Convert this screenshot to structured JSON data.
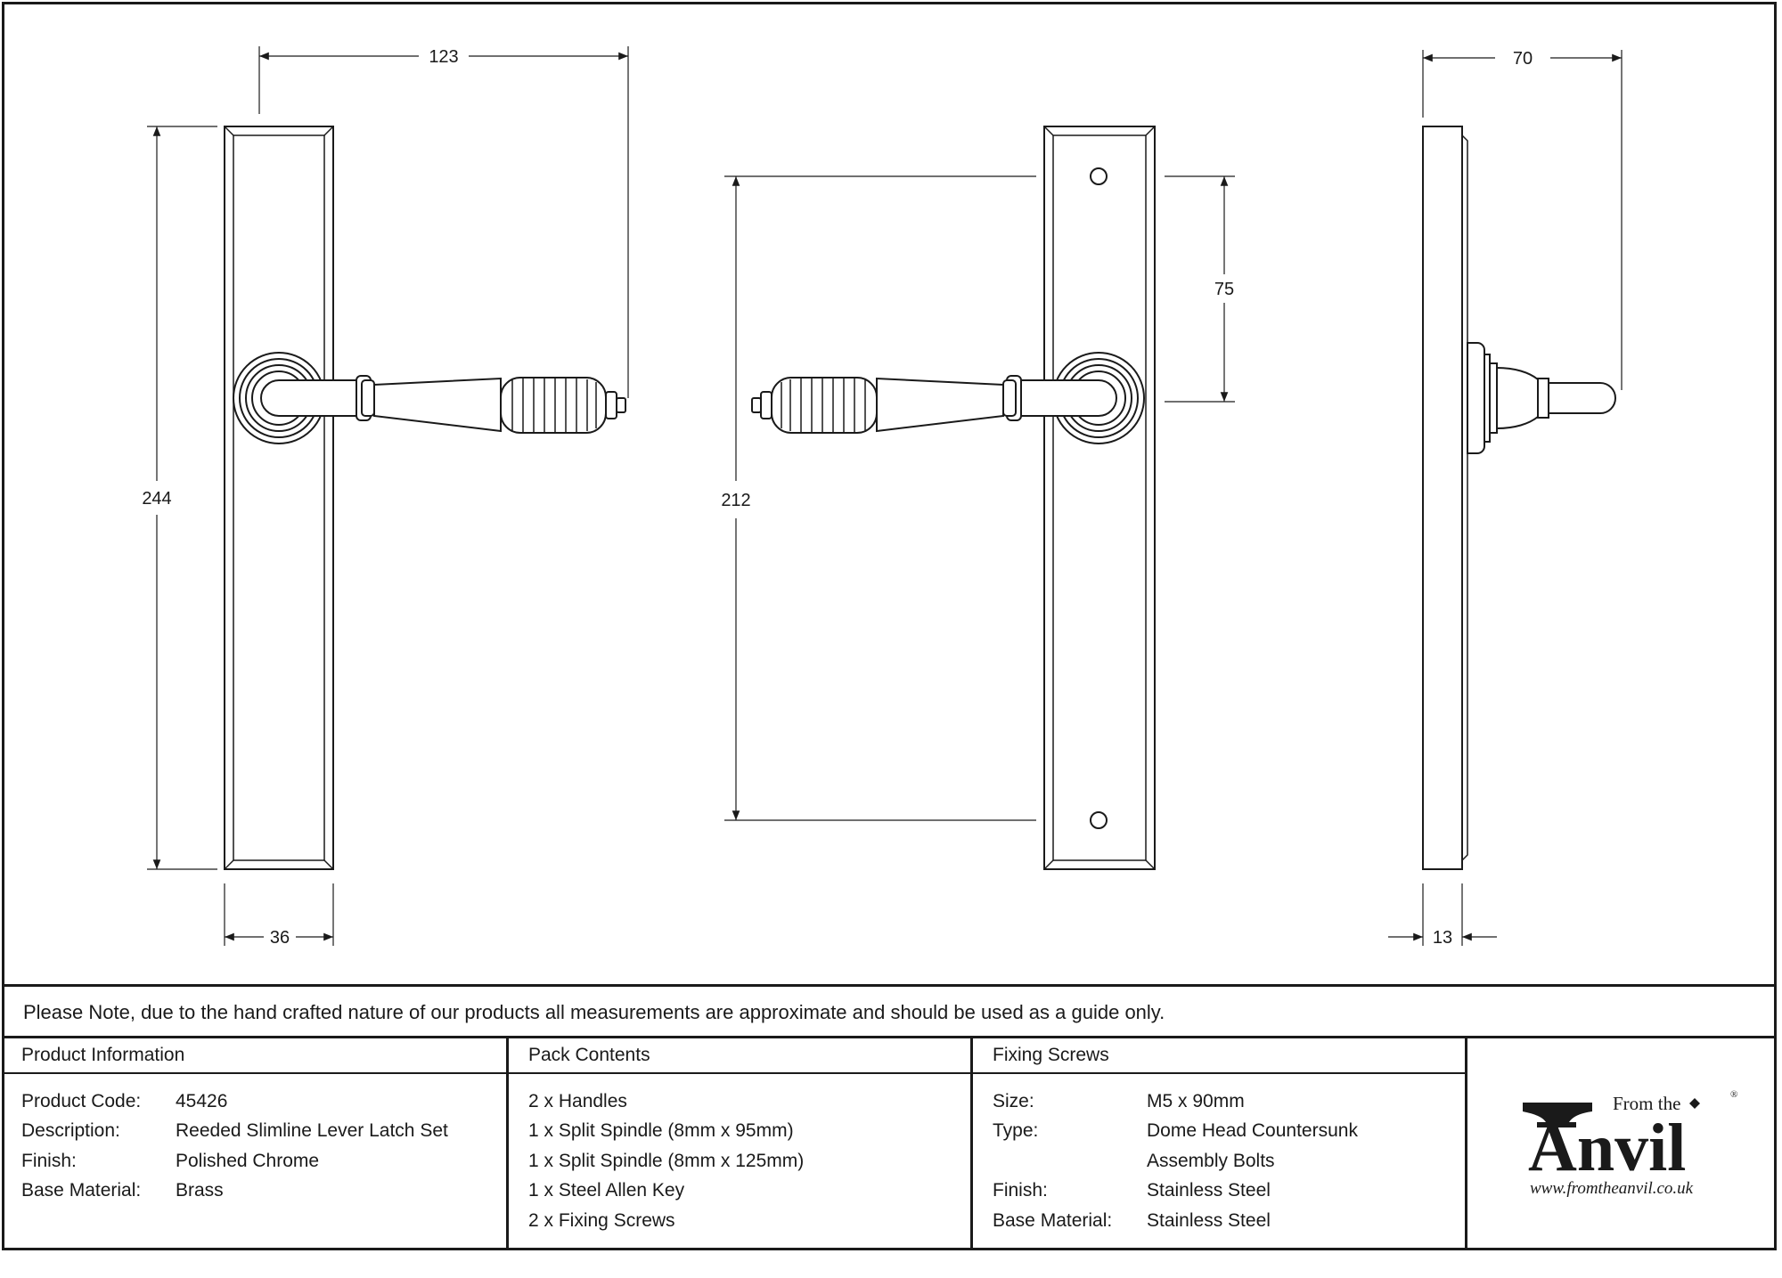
{
  "drawing": {
    "dimensions": {
      "front_width": "123",
      "front_height": "244",
      "backplate_width": "36",
      "rear_fixing_spacing": "212",
      "rear_spindle_offset": "75",
      "side_projection": "70",
      "side_backplate_depth": "13"
    }
  },
  "note": "Please Note, due to the hand crafted nature of our products all measurements are approximate and should be used as a guide only.",
  "product_info": {
    "heading": "Product Information",
    "rows": [
      {
        "label": "Product Code:",
        "value": "45426"
      },
      {
        "label": "Description:",
        "value": "Reeded Slimline Lever Latch Set"
      },
      {
        "label": "Finish:",
        "value": "Polished Chrome"
      },
      {
        "label": "Base Material:",
        "value": "Brass"
      }
    ]
  },
  "pack_contents": {
    "heading": "Pack Contents",
    "items": [
      "2 x Handles",
      "1 x Split Spindle (8mm x 95mm)",
      "1 x Split Spindle (8mm x 125mm)",
      "1 x Steel Allen Key",
      "2 x Fixing Screws"
    ]
  },
  "fixing_screws": {
    "heading": "Fixing Screws",
    "rows": [
      {
        "label": "Size:",
        "value": "M5 x 90mm"
      },
      {
        "label": "Type:",
        "value": "Dome Head Countersunk"
      },
      {
        "label": "",
        "value": "Assembly Bolts"
      },
      {
        "label": "Finish:",
        "value": "Stainless Steel"
      },
      {
        "label": "Base Material:",
        "value": "Stainless Steel"
      }
    ]
  },
  "logo": {
    "from_the": "From the",
    "brand": "Anvil",
    "registered": "®",
    "url": "www.fromtheanvil.co.uk"
  }
}
